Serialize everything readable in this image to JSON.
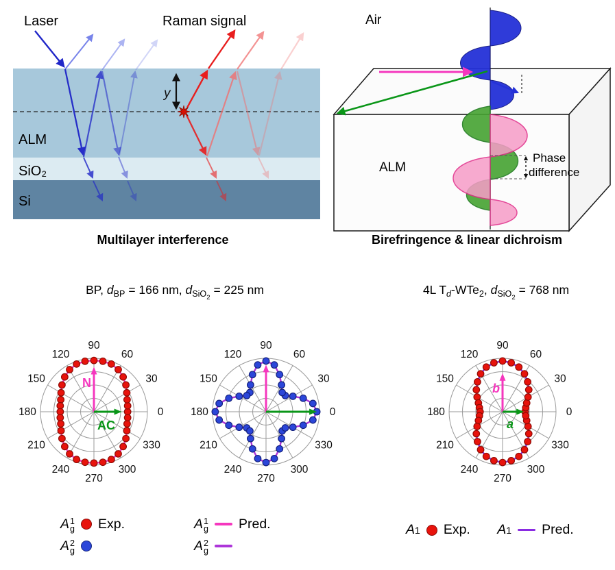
{
  "panels": {
    "interference": {
      "caption": "Multilayer interference",
      "labels": {
        "laser": "Laser",
        "raman": "Raman signal",
        "alm": "ALM",
        "sio2": "SiO₂",
        "si": "Si",
        "y": "y"
      },
      "colors": {
        "alm": "#a7c8db",
        "sio2": "#dcebf2",
        "si": "#5f84a2",
        "laser_blue": "#2026c8",
        "raman_red": "#e81e1e"
      }
    },
    "birefringence": {
      "caption": "Birefringence & linear dichroism",
      "labels": {
        "air": "Air",
        "alm": "ALM",
        "phase1": "Phase",
        "phase2": "difference"
      },
      "colors": {
        "wave_blue": "#2431d8",
        "wave_pink": "#f79cc8",
        "wave_green": "#46a332",
        "axis_magenta": "#f537be",
        "axis_green": "#0a9618"
      }
    }
  },
  "titles": {
    "bp": [
      {
        "t": "BP, "
      },
      {
        "t": "d",
        "s": "seg-i"
      },
      {
        "t": "BP",
        "s": "seg-sub"
      },
      {
        "t": " = 166 nm, "
      },
      {
        "t": "d",
        "s": "seg-i"
      },
      {
        "t": "SiO",
        "s": "seg-sub"
      },
      {
        "t": "2",
        "s": "seg-subsub"
      },
      {
        "t": " = 225 nm"
      }
    ],
    "wte2": [
      {
        "t": "4L T"
      },
      {
        "t": "d",
        "s": "seg-isub"
      },
      {
        "t": "-WTe"
      },
      {
        "t": "2",
        "s": "seg-sub"
      },
      {
        "t": ", "
      },
      {
        "t": "d",
        "s": "seg-i"
      },
      {
        "t": "SiO",
        "s": "seg-sub"
      },
      {
        "t": "2",
        "s": "seg-subsub"
      },
      {
        "t": " = 768 nm"
      }
    ]
  },
  "chart_data": [
    {
      "type": "polar",
      "group_title": "BP, d_BP = 166 nm, d_SiO2 = 225 nm",
      "mode": "A_g^1",
      "angle_ticks": [
        0,
        30,
        60,
        90,
        120,
        150,
        180,
        210,
        240,
        270,
        300,
        330
      ],
      "angles_deg": [
        0,
        10,
        20,
        30,
        40,
        50,
        60,
        70,
        80,
        90,
        100,
        110,
        120,
        130,
        140,
        150,
        160,
        170,
        180,
        190,
        200,
        210,
        220,
        230,
        240,
        250,
        260,
        270,
        280,
        290,
        300,
        310,
        320,
        330,
        340,
        350
      ],
      "grid": {
        "rings": [
          0.25,
          0.5,
          0.75,
          1.0
        ],
        "spoke_step_deg": 30,
        "color": "#999999"
      },
      "r_max": 1.0,
      "series": [
        {
          "name": "A_g^1 Pred.",
          "kind": "line",
          "color": "#f537be",
          "width": 2.4,
          "r": [
            0.63,
            0.64,
            0.66,
            0.71,
            0.78,
            0.85,
            0.91,
            0.95,
            0.96,
            0.96,
            0.96,
            0.95,
            0.91,
            0.85,
            0.78,
            0.71,
            0.66,
            0.64,
            0.63,
            0.64,
            0.66,
            0.71,
            0.78,
            0.85,
            0.91,
            0.95,
            0.96,
            0.96,
            0.96,
            0.95,
            0.91,
            0.85,
            0.78,
            0.71,
            0.66,
            0.64
          ]
        },
        {
          "name": "A_g^1 Exp.",
          "kind": "markers",
          "fill": "#e8130c",
          "edge": "#8f0b05",
          "r": [
            0.63,
            0.64,
            0.66,
            0.71,
            0.78,
            0.85,
            0.91,
            0.95,
            0.96,
            0.96,
            0.96,
            0.95,
            0.91,
            0.85,
            0.78,
            0.71,
            0.66,
            0.64,
            0.63,
            0.64,
            0.66,
            0.71,
            0.78,
            0.85,
            0.91,
            0.95,
            0.96,
            0.96,
            0.96,
            0.95,
            0.91,
            0.85,
            0.78,
            0.71,
            0.66,
            0.64
          ]
        }
      ],
      "arrows": [
        {
          "label": "N",
          "color": "#f537be",
          "angle_deg": 90,
          "len": 0.84,
          "lx": -17,
          "ly": -36,
          "italic": false
        },
        {
          "label": "AC",
          "color": "#0a9618",
          "angle_deg": 0,
          "len": 0.52,
          "lx": 5,
          "ly": 26,
          "italic": false
        }
      ]
    },
    {
      "type": "polar",
      "group_title": "BP, d_BP = 166 nm, d_SiO2 = 225 nm",
      "mode": "A_g^2",
      "angle_ticks": [
        0,
        30,
        60,
        90,
        120,
        150,
        180,
        210,
        240,
        270,
        300,
        330
      ],
      "angles_deg": [
        0,
        10,
        20,
        30,
        40,
        50,
        60,
        70,
        80,
        90,
        100,
        110,
        120,
        130,
        140,
        150,
        160,
        170,
        180,
        190,
        200,
        210,
        220,
        230,
        240,
        250,
        260,
        270,
        280,
        290,
        300,
        310,
        320,
        330,
        340,
        350
      ],
      "grid": {
        "rings": [
          0.25,
          0.5,
          0.75,
          1.0
        ],
        "spoke_step_deg": 30,
        "color": "#999999"
      },
      "r_max": 1.0,
      "series": [
        {
          "name": "A_g^2 Pred.",
          "kind": "line",
          "color": "#ad35d9",
          "width": 2.4,
          "r": [
            0.95,
            0.89,
            0.74,
            0.58,
            0.47,
            0.47,
            0.58,
            0.74,
            0.89,
            0.95,
            0.89,
            0.74,
            0.58,
            0.47,
            0.47,
            0.58,
            0.74,
            0.89,
            0.95,
            0.89,
            0.74,
            0.58,
            0.47,
            0.47,
            0.58,
            0.74,
            0.89,
            0.95,
            0.89,
            0.74,
            0.58,
            0.47,
            0.47,
            0.58,
            0.74,
            0.89
          ]
        },
        {
          "name": "A_g^2 Exp.",
          "kind": "markers",
          "fill": "#2b46d9",
          "edge": "#14217e",
          "r": [
            0.95,
            0.89,
            0.74,
            0.58,
            0.47,
            0.47,
            0.58,
            0.74,
            0.89,
            0.95,
            0.89,
            0.74,
            0.58,
            0.47,
            0.47,
            0.58,
            0.74,
            0.89,
            0.95,
            0.89,
            0.74,
            0.58,
            0.47,
            0.47,
            0.58,
            0.74,
            0.89,
            0.95,
            0.89,
            0.74,
            0.58,
            0.47,
            0.47,
            0.58,
            0.74,
            0.89
          ]
        }
      ],
      "arrows": [
        {
          "label": "",
          "color": "#f537be",
          "angle_deg": 90,
          "len": 0.88,
          "lx": 0,
          "ly": 0,
          "italic": false
        },
        {
          "label": "",
          "color": "#0a9618",
          "angle_deg": 0,
          "len": 0.95,
          "lx": 0,
          "ly": 0,
          "italic": false
        }
      ]
    },
    {
      "type": "polar",
      "group_title": "4L T_d-WTe2, d_SiO2 = 768 nm",
      "mode": "A_1",
      "angle_ticks": [
        0,
        30,
        60,
        90,
        120,
        150,
        180,
        210,
        240,
        270,
        300,
        330
      ],
      "angles_deg": [
        0,
        10,
        20,
        30,
        40,
        50,
        60,
        70,
        80,
        90,
        100,
        110,
        120,
        130,
        140,
        150,
        160,
        170,
        180,
        190,
        200,
        210,
        220,
        230,
        240,
        250,
        260,
        270,
        280,
        290,
        300,
        310,
        320,
        330,
        340,
        350
      ],
      "grid": {
        "rings": [
          0.25,
          0.5,
          0.75,
          1.0
        ],
        "spoke_step_deg": 30,
        "color": "#999999"
      },
      "r_max": 1.0,
      "series": [
        {
          "name": "A_1 Pred.",
          "kind": "line",
          "color": "#8a2be2",
          "width": 2.4,
          "r": [
            0.42,
            0.44,
            0.48,
            0.55,
            0.64,
            0.73,
            0.82,
            0.89,
            0.93,
            0.95,
            0.93,
            0.89,
            0.82,
            0.73,
            0.64,
            0.55,
            0.48,
            0.44,
            0.42,
            0.44,
            0.48,
            0.55,
            0.64,
            0.73,
            0.82,
            0.89,
            0.93,
            0.95,
            0.93,
            0.89,
            0.82,
            0.73,
            0.64,
            0.55,
            0.48,
            0.44
          ]
        },
        {
          "name": "A_1 Exp.",
          "kind": "markers",
          "fill": "#e8130c",
          "edge": "#8f0b05",
          "r": [
            0.42,
            0.44,
            0.48,
            0.55,
            0.64,
            0.73,
            0.82,
            0.89,
            0.93,
            0.95,
            0.93,
            0.89,
            0.82,
            0.73,
            0.64,
            0.55,
            0.48,
            0.44,
            0.42,
            0.44,
            0.48,
            0.55,
            0.64,
            0.73,
            0.82,
            0.89,
            0.93,
            0.95,
            0.93,
            0.89,
            0.82,
            0.73,
            0.64,
            0.55,
            0.48,
            0.44
          ]
        }
      ],
      "arrows": [
        {
          "label": "b",
          "color": "#f537be",
          "angle_deg": 90,
          "len": 0.72,
          "lx": -15,
          "ly": -28,
          "italic": true
        },
        {
          "label": "a",
          "color": "#0a9618",
          "angle_deg": 0,
          "len": 0.4,
          "lx": 6,
          "ly": 24,
          "italic": true
        }
      ]
    }
  ],
  "legends": {
    "bp_exp": {
      "caption": "Exp.",
      "rows": [
        {
          "base": "A",
          "sup": "1",
          "sub": "g",
          "marker": "dot",
          "color": "#e8130c"
        },
        {
          "base": "A",
          "sup": "2",
          "sub": "g",
          "marker": "dot",
          "color": "#2b46d9"
        }
      ]
    },
    "bp_pred": {
      "caption": "Pred.",
      "rows": [
        {
          "base": "A",
          "sup": "1",
          "sub": "g",
          "marker": "line",
          "color": "#f537be"
        },
        {
          "base": "A",
          "sup": "2",
          "sub": "g",
          "marker": "line",
          "color": "#ad35d9"
        }
      ]
    },
    "wte2": {
      "items": [
        {
          "base": "A",
          "sub": "1",
          "marker": "dot",
          "color": "#e8130c",
          "caption": "Exp."
        },
        {
          "base": "A",
          "sub": "1",
          "marker": "line",
          "color": "#8a2be2",
          "caption": "Pred."
        }
      ]
    }
  }
}
